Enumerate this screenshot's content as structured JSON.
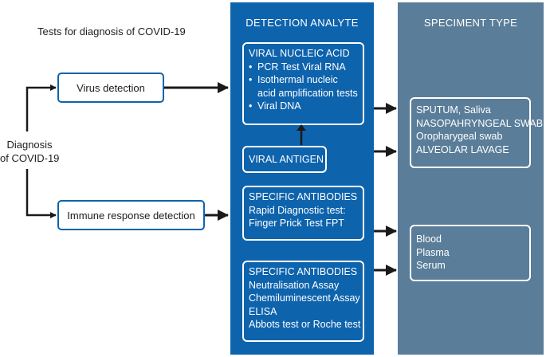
{
  "title": "Tests for diagnosis of COVID-19",
  "root": {
    "label_line1": "Diagnosis",
    "label_line2": "of COVID-19"
  },
  "methods": {
    "virus": "Virus detection",
    "immune": "Immune response detection"
  },
  "columns": {
    "analyte_header": "DETECTION ANALYTE",
    "specimen_header": "SPECIMENT TYPE"
  },
  "analytes": {
    "nucleic": {
      "heading": "VIRAL NUCLEIC ACID",
      "items": [
        "PCR Test Viral RNA",
        "Isothermal nucleic acid amplification tests",
        "Viral DNA"
      ]
    },
    "antigen": {
      "heading": "VIRAL ANTIGEN"
    },
    "antibodies_rapid": {
      "heading": "SPECIFIC ANTIBODIES",
      "lines": [
        "Rapid Diagnostic test:",
        "Finger Prick Test FPT"
      ]
    },
    "antibodies_lab": {
      "heading": "SPECIFIC ANTIBODIES",
      "lines": [
        "Neutralisation Assay",
        "Chemiluminescent Assay",
        "ELISA",
        "Abbots test or Roche test"
      ]
    }
  },
  "specimens": {
    "respiratory": [
      "SPUTUM, Saliva",
      "NASOPAHRYNGEAL SWAB",
      "Oropharygeal swab",
      "ALVEOLAR LAVAGE"
    ],
    "blood": [
      "Blood",
      "Plasma",
      "Serum"
    ]
  },
  "colors": {
    "panel_blue": "#0e63ad",
    "panel_gray": "#5a7d99",
    "arrow": "#1a1a1a"
  }
}
